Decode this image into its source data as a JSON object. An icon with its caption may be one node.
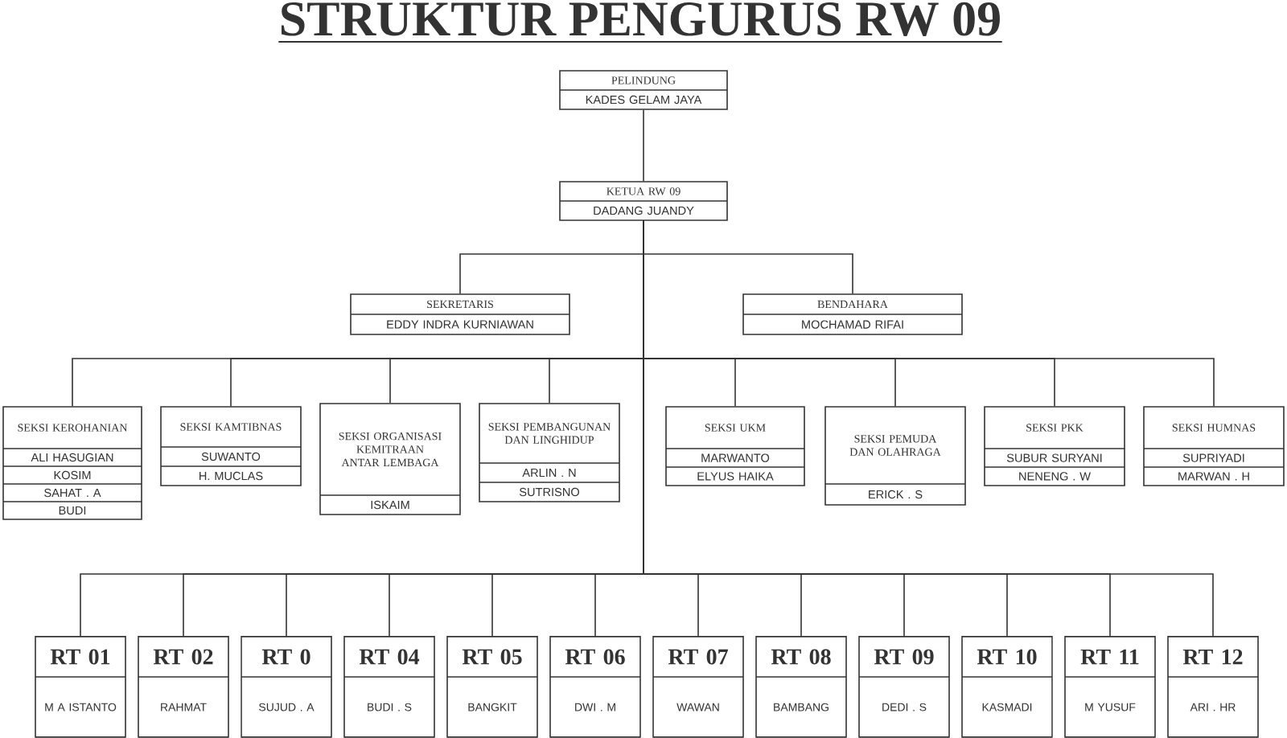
{
  "diagram": {
    "title": "STRUKTUR PENGURUS RW 09",
    "nodes": [
      {
        "text": [
          "PELINDUNG",
          "KADES GELAM JAYA"
        ]
      },
      {
        "text": [
          "KETUA RW 09",
          "DADANG JUANDY"
        ]
      },
      {
        "text": [
          "SEKRETARIS",
          "EDDY INDRA KURNIAWAN"
        ]
      },
      {
        "text": [
          "BENDAHARA",
          "MOCHAMAD RIFAI"
        ]
      },
      {
        "text": [
          "SEKSI KEROHANIAN",
          "ALI HASUGIAN",
          "KOSIM",
          "SAHAT . A",
          "BUDI"
        ]
      },
      {
        "text": [
          "SEKSI KAMTIBNAS",
          "SUWANTO",
          "H. MUCLAS"
        ]
      },
      {
        "text": [
          "SEKSI ORGANISASI KEMITRAAN ANTAR LEMBAGA",
          "ISKAIM"
        ]
      },
      {
        "text": [
          "SEKSI PEMBANGUNAN DAN LINGHIDUP",
          "ARLIN . N",
          "SUTRISNO"
        ]
      },
      {
        "text": [
          "SEKSI UKM",
          "MARWANTO",
          "ELYUS HAIKA"
        ]
      },
      {
        "text": [
          "SEKSI PEMUDA DAN OLAHRAGA",
          "ERICK . S"
        ]
      },
      {
        "text": [
          "SEKSI PKK",
          "SUBUR SURYANI",
          "NENENG . W"
        ]
      },
      {
        "text": [
          "SEKSI HUMNAS",
          "SUPRIYADI",
          "MARWAN . H"
        ]
      },
      {
        "text": [
          "RT 01",
          "M A ISTANTO"
        ]
      },
      {
        "text": [
          "RT 02",
          "RAHMAT"
        ]
      },
      {
        "text": [
          "RT 0",
          "SUJUD . A"
        ]
      },
      {
        "text": [
          "RT 04",
          "BUDI . S"
        ]
      },
      {
        "text": [
          "RT 05",
          "BANGKIT"
        ]
      },
      {
        "text": [
          "RT 06",
          "DWI . M"
        ]
      },
      {
        "text": [
          "RT 07",
          "WAWAN"
        ]
      },
      {
        "text": [
          "RT 08",
          "BAMBANG"
        ]
      },
      {
        "text": [
          "RT 09",
          "DEDI . S"
        ]
      },
      {
        "text": [
          "RT 10",
          "KASMADI"
        ]
      },
      {
        "text": [
          "RT 11",
          "M YUSUF"
        ]
      },
      {
        "text": [
          "RT 12",
          "ARI . HR"
        ]
      }
    ],
    "edges": [
      {
        "from": 0,
        "to": 1,
        "arrow": "none"
      },
      {
        "from": 1,
        "to": 2,
        "arrow": "none"
      },
      {
        "from": 1,
        "to": 3,
        "arrow": "none"
      },
      {
        "from": 1,
        "to": 4,
        "arrow": "none"
      },
      {
        "from": 1,
        "to": 5,
        "arrow": "none"
      },
      {
        "from": 1,
        "to": 6,
        "arrow": "none"
      },
      {
        "from": 1,
        "to": 7,
        "arrow": "none"
      },
      {
        "from": 1,
        "to": 8,
        "arrow": "none"
      },
      {
        "from": 1,
        "to": 9,
        "arrow": "none"
      },
      {
        "from": 1,
        "to": 10,
        "arrow": "none"
      },
      {
        "from": 1,
        "to": 11,
        "arrow": "none"
      },
      {
        "from": 1,
        "to": 12,
        "arrow": "none"
      },
      {
        "from": 1,
        "to": 13,
        "arrow": "none"
      },
      {
        "from": 1,
        "to": 14,
        "arrow": "none"
      },
      {
        "from": 1,
        "to": 15,
        "arrow": "none"
      },
      {
        "from": 1,
        "to": 16,
        "arrow": "none"
      },
      {
        "from": 1,
        "to": 17,
        "arrow": "none"
      },
      {
        "from": 1,
        "to": 18,
        "arrow": "none"
      },
      {
        "from": 1,
        "to": 19,
        "arrow": "none"
      },
      {
        "from": 1,
        "to": 20,
        "arrow": "none"
      },
      {
        "from": 1,
        "to": 21,
        "arrow": "none"
      },
      {
        "from": 1,
        "to": 22,
        "arrow": "none"
      },
      {
        "from": 1,
        "to": 23,
        "arrow": "none"
      }
    ]
  }
}
